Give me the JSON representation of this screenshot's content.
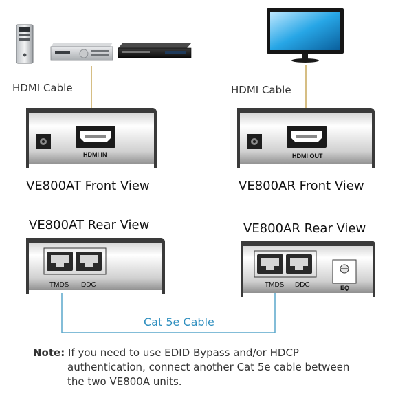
{
  "left": {
    "cable_label": "HDMI Cable",
    "front_view_label": "VE800AT Front View",
    "front_port_label": "HDMI IN",
    "rear_view_label": "VE800AT Rear View",
    "rear_ports": [
      "TMDS",
      "DDC"
    ]
  },
  "right": {
    "cable_label": "HDMI Cable",
    "front_view_label": "VE800AR Front View",
    "front_port_label": "HDMI OUT",
    "rear_view_label": "VE800AR Rear View",
    "rear_ports": [
      "TMDS",
      "DDC"
    ],
    "eq_label": "EQ"
  },
  "link_cable_label": "Cat 5e Cable",
  "note": {
    "prefix": "Note:",
    "line1": "If you need to use EDID Bypass and/or HDCP",
    "line2": "authentication, connect another Cat 5e cable between",
    "line3": "the two VE800A units."
  },
  "colors": {
    "hdmi_cable": "#c9a85a",
    "cat5e_cable": "#5aa7cc",
    "cat5e_label": "#2f8fbf",
    "unit_body": "#3a3a3a"
  }
}
